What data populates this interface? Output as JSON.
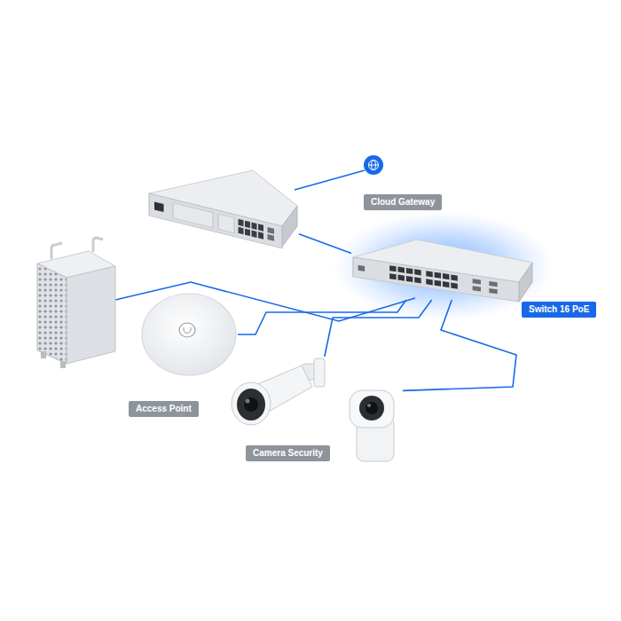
{
  "diagram": {
    "nodes": [
      {
        "text": [
          "Cloud Gateway"
        ]
      },
      {
        "text": [
          "Switch 16 PoE"
        ]
      },
      {
        "text": [
          "Access Point"
        ]
      },
      {
        "text": [
          "Camera Security"
        ]
      }
    ],
    "edges": [
      {
        "from": 0,
        "to": 1,
        "arrow": "none"
      },
      {
        "from": 1,
        "to": 2,
        "arrow": "none"
      },
      {
        "from": 1,
        "to": 3,
        "arrow": "none"
      },
      {
        "from": 1,
        "to": 3,
        "arrow": "none"
      }
    ]
  }
}
